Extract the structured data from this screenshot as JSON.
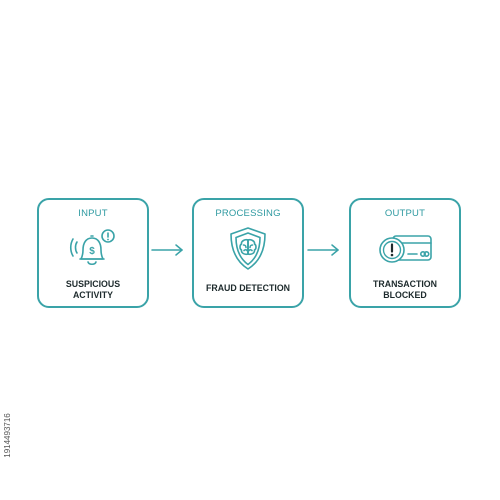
{
  "steps": [
    {
      "heading": "INPUT",
      "text": [
        "SUSPICIOUS",
        "ACTIVITY"
      ],
      "icon": "alarm-bell-dollar-icon"
    },
    {
      "heading": "PROCESSING",
      "text": [
        "FRAUD DETECTION"
      ],
      "icon": "shield-brain-icon"
    },
    {
      "heading": "OUTPUT",
      "text": [
        "TRANSACTION",
        "BLOCKED"
      ],
      "icon": "blocked-credit-card-icon"
    }
  ],
  "connectors": [
    "arrow-right-icon",
    "arrow-right-icon"
  ],
  "stock_id": "1914493716",
  "colors": {
    "accent": "#3aa3a8",
    "text": "#1d2a2c",
    "background": "#ffffff"
  }
}
